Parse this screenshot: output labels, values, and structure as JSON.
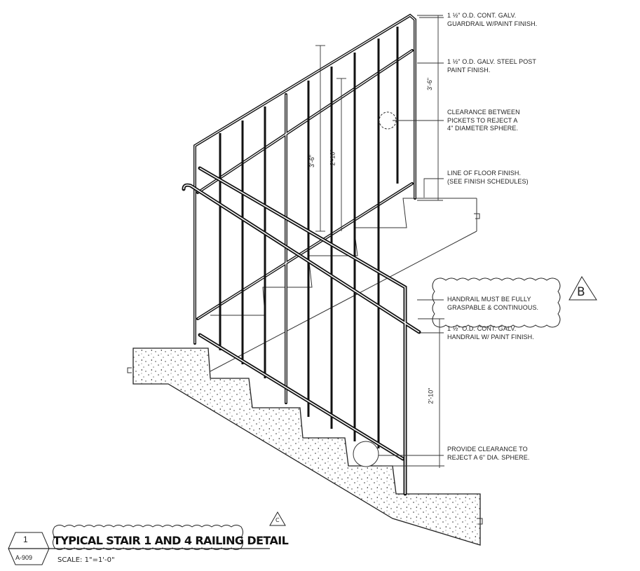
{
  "notes": {
    "guardrail": "1 ½\" O.D. CONT. GALV.\nGUARDRAIL W/PAINT FINISH.",
    "post": "1 ½\" O.D. GALV. STEEL POST\nPAINT FINISH.",
    "pickets": "CLEARANCE BETWEEN\nPICKETS TO REJECT A\n4\" DIAMETER SPHERE.",
    "floor": "LINE OF FLOOR FINISH.\n(SEE FINISH SCHEDULES)",
    "handrail_graspable": "HANDRAIL MUST BE FULLY\nGRASPABLE & CONTINUOUS.",
    "handrail": "1 ½\" O.D. CONT. GALV.\nHANDRAIL W/ PAINT FINISH.",
    "sphere": "PROVIDE CLEARANCE TO\nREJECT A 6\" DIA. SPHERE."
  },
  "dimensions": {
    "guardrail_height_right": "3'-6\"",
    "guardrail_height_inner": "3'-6\"",
    "handrail_height_inner": "2'-10\"",
    "handrail_height_right": "2'-10\""
  },
  "revisions": {
    "b": "B",
    "c": "C"
  },
  "title_block": {
    "detail_number": "1",
    "sheet": "A-909",
    "title": "TYPICAL STAIR 1 AND 4 RAILING DETAIL",
    "scale": "SCALE: 1\"=1'-0\""
  }
}
